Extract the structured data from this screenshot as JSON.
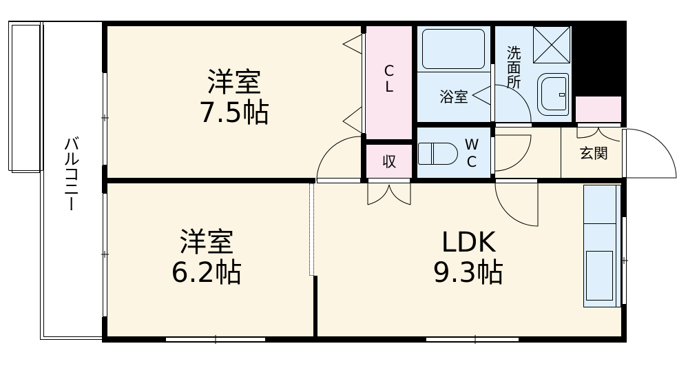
{
  "floorplan": {
    "rooms": {
      "western_room_1": {
        "name": "洋室",
        "size": "7.5帖"
      },
      "western_room_2": {
        "name": "洋室",
        "size": "6.2帖"
      },
      "ldk": {
        "name": "LDK",
        "size": "9.3帖"
      },
      "closet": {
        "line1": "C",
        "line2": "L"
      },
      "storage": {
        "name": "収"
      },
      "bathroom": {
        "name": "浴室"
      },
      "washroom": {
        "name": "洗面所"
      },
      "toilet": {
        "line1": "W",
        "line2": "C"
      },
      "entrance": {
        "name": "玄関"
      },
      "balcony": {
        "name": "バルコニー"
      }
    },
    "colors": {
      "living": "#fdf5e3",
      "wet_area": "#dff0fc",
      "storage": "#fbe6ef",
      "wall": "#000000"
    }
  }
}
